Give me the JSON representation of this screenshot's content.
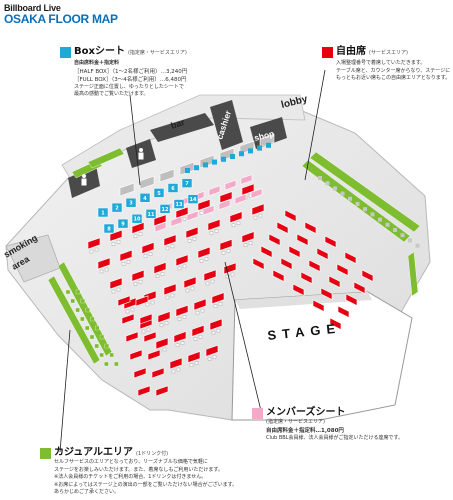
{
  "header": {
    "brand": "Billboard Live",
    "title": "OSAKA FLOOR MAP"
  },
  "colors": {
    "box": "#1fa8d8",
    "free": "#e60012",
    "members": "#f4a9c8",
    "casual": "#7dbd2f"
  },
  "legend": {
    "box": {
      "name": "Boxシート",
      "sub": "(指定席・サービスエリア)",
      "fee_title": "自由席料金＋指定料",
      "rows": [
        "［HALF BOX］（1〜2名様ご利用）…3,240円",
        "［FULL BOX］（3〜4名様ご利用）…6,480円"
      ],
      "note": [
        "ステージ正面に位置し、ゆったりとしたシートで",
        "最高の感動でご覧いただけます。"
      ]
    },
    "free": {
      "name": "自由席",
      "sub": "(サービスエリア)",
      "note": [
        "入場整理番号で着席していただきます。",
        "テーブル席と、カウンター席からなり、ステージに",
        "もっともお近い席もこの自由席エリアとなります。"
      ]
    },
    "members": {
      "name": "メンバーズシート",
      "sub": "(指定席・サービスエリア)",
      "fee": "自由席料金＋指定料…1,080円",
      "note": "Club BBL会員様、法人会員様がご指定いただける座席です。"
    },
    "casual": {
      "name": "カジュアルエリア",
      "sub": "(1ドリンク付)",
      "note": [
        "セルフサービスのエリアとなっており、リーズナブルな価格で気軽に",
        "ステージをお楽しみいただけます。また、着席なしもご利用いただけます。",
        "※法人会員様のチケットをご利用の場合、1ドリンクは付きません。",
        "※お席によってはステージ上の演出の一部をご覧いただけない場合がございます。",
        "あらかじめご了承ください。"
      ]
    }
  },
  "map_labels": {
    "bar": "bar",
    "cashier": "cashier",
    "shop": "shop",
    "lobby": "lobby",
    "smoking": "smoking\narea",
    "stage": "STAGE"
  },
  "box_numbers": [
    "1",
    "2",
    "3",
    "4",
    "5",
    "6",
    "7",
    "8",
    "9",
    "10",
    "11",
    "12",
    "13",
    "14"
  ]
}
